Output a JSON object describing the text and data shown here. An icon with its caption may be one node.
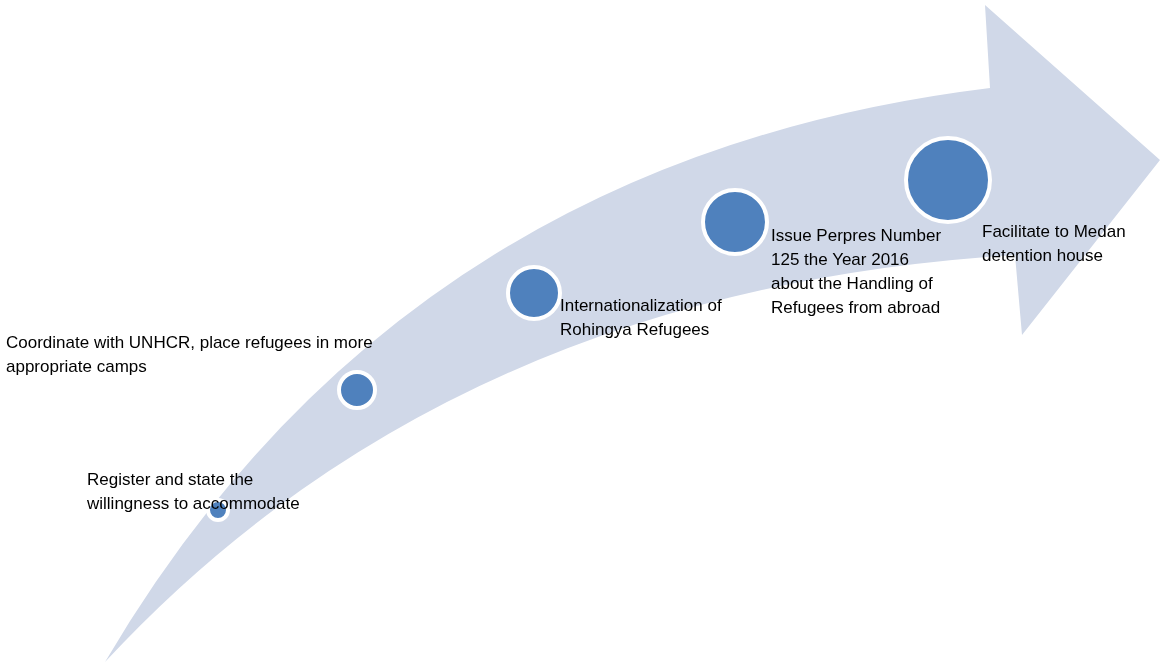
{
  "diagram": {
    "nodes": [
      {
        "text": [],
        "shape": "arrow"
      },
      {
        "text": [],
        "shape": "circle",
        "in": 0,
        "beside": [
          "Register and state the willingness to accommodate"
        ]
      },
      {
        "text": [],
        "shape": "circle",
        "in": 0,
        "beside": [
          "Coordinate with UNHCR, place refugees in more appropriate camps"
        ]
      },
      {
        "text": [],
        "shape": "circle",
        "in": 0,
        "beside": [
          "Internationalization of Rohingya Refugees"
        ]
      },
      {
        "text": [],
        "shape": "circle",
        "in": 0,
        "beside": [
          "Issue Perpres Number 125 the Year 2016 about the Handling of Refugees from abroad"
        ]
      },
      {
        "text": [],
        "shape": "circle",
        "in": 0,
        "beside": [
          "Facilitate to Medan detention house"
        ]
      }
    ]
  }
}
